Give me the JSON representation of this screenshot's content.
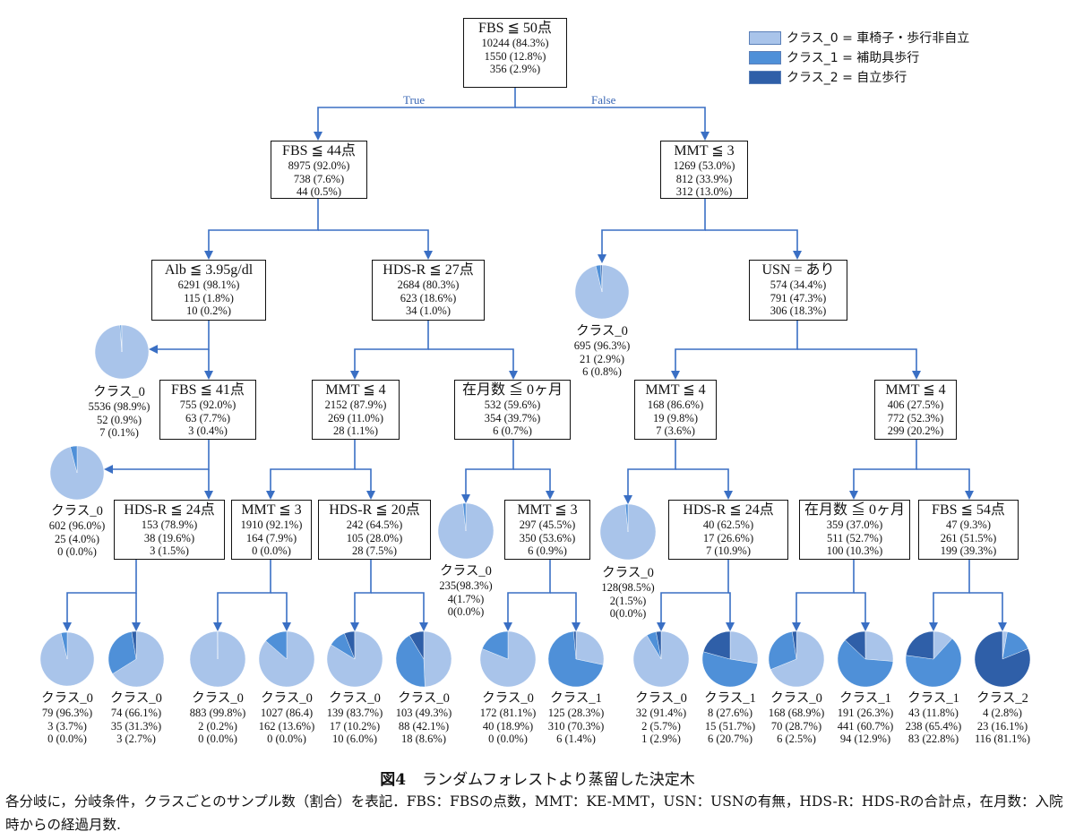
{
  "legend": [
    {
      "label": "クラス_0 =  車椅子・歩行非自立",
      "color": "#a9c4ea"
    },
    {
      "label": "クラス_1 =  補助具歩行",
      "color": "#4f90d8"
    },
    {
      "label": "クラス_2 =  自立歩行",
      "color": "#2f5fa8"
    }
  ],
  "edge_labels": {
    "true": "True",
    "false": "False"
  },
  "nodes": [
    {
      "id": "n0",
      "cond": "FBS ≦ 50点",
      "counts": [
        "10244 (84.3%)",
        "1550 (12.8%)",
        "356 (2.9%)"
      ]
    },
    {
      "id": "n1",
      "cond": "FBS ≦ 44点",
      "counts": [
        "8975 (92.0%)",
        "738 (7.6%)",
        "44 (0.5%)"
      ]
    },
    {
      "id": "n2",
      "cond": "MMT ≦ 3",
      "counts": [
        "1269 (53.0%)",
        "812 (33.9%)",
        "312 (13.0%)"
      ]
    },
    {
      "id": "n3",
      "cond": "Alb ≦ 3.95g/dl",
      "counts": [
        "6291 (98.1%)",
        "115 (1.8%)",
        "10 (0.2%)"
      ]
    },
    {
      "id": "n4",
      "cond": "HDS-R ≦ 27点",
      "counts": [
        "2684 (80.3%)",
        "623 (18.6%)",
        "34 (1.0%)"
      ]
    },
    {
      "id": "n5",
      "cond": "USN = あり",
      "counts": [
        "574 (34.4%)",
        "791 (47.3%)",
        "306 (18.3%)"
      ]
    },
    {
      "id": "n6",
      "cond": "FBS ≦ 41点",
      "counts": [
        "755 (92.0%)",
        "63 (7.7%)",
        "3 (0.4%)"
      ]
    },
    {
      "id": "n7",
      "cond": "MMT ≦ 4",
      "counts": [
        "2152 (87.9%)",
        "269 (11.0%)",
        "28 (1.1%)"
      ]
    },
    {
      "id": "n8",
      "cond": "在月数 ≦ 0ヶ月",
      "counts": [
        "532 (59.6%)",
        "354 (39.7%)",
        "6 (0.7%)"
      ]
    },
    {
      "id": "n9",
      "cond": "MMT ≦ 4",
      "counts": [
        "168 (86.6%)",
        "19 (9.8%)",
        "7 (3.6%)"
      ]
    },
    {
      "id": "n10",
      "cond": "MMT ≦ 4",
      "counts": [
        "406 (27.5%)",
        "772 (52.3%)",
        "299 (20.2%)"
      ]
    },
    {
      "id": "n11",
      "cond": "HDS-R ≦ 24点",
      "counts": [
        "153 (78.9%)",
        "38 (19.6%)",
        "3 (1.5%)"
      ]
    },
    {
      "id": "n12",
      "cond": "MMT ≦ 3",
      "counts": [
        "1910 (92.1%)",
        "164 (7.9%)",
        "0 (0.0%)"
      ]
    },
    {
      "id": "n13",
      "cond": "HDS-R ≦ 20点",
      "counts": [
        "242 (64.5%)",
        "105 (28.0%)",
        "28 (7.5%)"
      ]
    },
    {
      "id": "n14",
      "cond": "MMT ≦ 3",
      "counts": [
        "297 (45.5%)",
        "350 (53.6%)",
        "6 (0.9%)"
      ]
    },
    {
      "id": "n15",
      "cond": "HDS-R ≦ 24点",
      "counts": [
        "40 (62.5%)",
        "17 (26.6%)",
        "7 (10.9%)"
      ]
    },
    {
      "id": "n16",
      "cond": "在月数 ≦ 0ヶ月",
      "counts": [
        "359 (37.0%)",
        "511 (52.7%)",
        "100 (10.3%)"
      ]
    },
    {
      "id": "n17",
      "cond": "FBS ≦ 54点",
      "counts": [
        "47 (9.3%)",
        "261 (51.5%)",
        "199 (39.3%)"
      ]
    }
  ],
  "leaves": [
    {
      "id": "L0",
      "cls": "クラス_0",
      "fractions": [
        0.963,
        0.029,
        0.008
      ],
      "counts": [
        "695 (96.3%)",
        "21 (2.9%)",
        "6 (0.8%)"
      ]
    },
    {
      "id": "L1",
      "cls": "クラス_0",
      "fractions": [
        0.989,
        0.009,
        0.001
      ],
      "counts": [
        "5536 (98.9%)",
        "52 (0.9%)",
        "7 (0.1%)"
      ]
    },
    {
      "id": "L2",
      "cls": "クラス_0",
      "fractions": [
        0.96,
        0.04,
        0.0
      ],
      "counts": [
        "602 (96.0%)",
        "25 (4.0%)",
        "0 (0.0%)"
      ]
    },
    {
      "id": "L3",
      "cls": "クラス_0",
      "fractions": [
        0.983,
        0.017,
        0.0
      ],
      "counts": [
        "235(98.3%)",
        "4(1.7%)",
        "0(0.0%)"
      ]
    },
    {
      "id": "L4",
      "cls": "クラス_0",
      "fractions": [
        0.985,
        0.015,
        0.0
      ],
      "counts": [
        "128(98.5%)",
        "2(1.5%)",
        "0(0.0%)"
      ]
    },
    {
      "id": "L5",
      "cls": "クラス_0",
      "fractions": [
        0.963,
        0.037,
        0.0
      ],
      "counts": [
        "79 (96.3%)",
        "3 (3.7%)",
        "0 (0.0%)"
      ]
    },
    {
      "id": "L6",
      "cls": "クラス_0",
      "fractions": [
        0.661,
        0.313,
        0.027
      ],
      "counts": [
        "74 (66.1%)",
        "35 (31.3%)",
        "3 (2.7%)"
      ]
    },
    {
      "id": "L7",
      "cls": "クラス_0",
      "fractions": [
        0.998,
        0.002,
        0.0
      ],
      "counts": [
        "883 (99.8%)",
        "2 (0.2%)",
        "0 (0.0%)"
      ]
    },
    {
      "id": "L8",
      "cls": "クラス_0",
      "fractions": [
        0.864,
        0.136,
        0.0
      ],
      "counts": [
        "1027 (86.4)",
        "162 (13.6%)",
        "0 (0.0%)"
      ]
    },
    {
      "id": "L9",
      "cls": "クラス_0",
      "fractions": [
        0.837,
        0.102,
        0.06
      ],
      "counts": [
        "139 (83.7%)",
        "17 (10.2%)",
        "10 (6.0%)"
      ]
    },
    {
      "id": "L10",
      "cls": "クラス_0",
      "fractions": [
        0.493,
        0.421,
        0.086
      ],
      "counts": [
        "103 (49.3%)",
        "88 (42.1%)",
        "18 (8.6%)"
      ]
    },
    {
      "id": "L11",
      "cls": "クラス_0",
      "fractions": [
        0.811,
        0.189,
        0.0
      ],
      "counts": [
        "172 (81.1%)",
        "40 (18.9%)",
        "0 (0.0%)"
      ]
    },
    {
      "id": "L12",
      "cls": "クラス_1",
      "fractions": [
        0.283,
        0.703,
        0.014
      ],
      "counts": [
        "125 (28.3%)",
        "310 (70.3%)",
        "6 (1.4%)"
      ]
    },
    {
      "id": "L13",
      "cls": "クラス_0",
      "fractions": [
        0.914,
        0.057,
        0.029
      ],
      "counts": [
        "32 (91.4%)",
        "2 (5.7%)",
        "1 (2.9%)"
      ]
    },
    {
      "id": "L14",
      "cls": "クラス_1",
      "fractions": [
        0.276,
        0.517,
        0.207
      ],
      "counts": [
        "8 (27.6%)",
        "15 (51.7%)",
        "6 (20.7%)"
      ]
    },
    {
      "id": "L15",
      "cls": "クラス_0",
      "fractions": [
        0.689,
        0.287,
        0.025
      ],
      "counts": [
        "168 (68.9%)",
        "70 (28.7%)",
        "6 (2.5%)"
      ]
    },
    {
      "id": "L16",
      "cls": "クラス_1",
      "fractions": [
        0.263,
        0.607,
        0.129
      ],
      "counts": [
        "191 (26.3%)",
        "441 (60.7%)",
        "94 (12.9%)"
      ]
    },
    {
      "id": "L17",
      "cls": "クラス_1",
      "fractions": [
        0.118,
        0.654,
        0.228
      ],
      "counts": [
        "43 (11.8%)",
        "238 (65.4%)",
        "83 (22.8%)"
      ]
    },
    {
      "id": "L18",
      "cls": "クラス_2",
      "fractions": [
        0.028,
        0.161,
        0.811
      ],
      "counts": [
        "4 (2.8%)",
        "23 (16.1%)",
        "116 (81.1%)"
      ]
    }
  ],
  "figure": {
    "number": "図4",
    "title": "ランダムフォレストより蒸留した決定木",
    "caption": "各分岐に，分岐条件，クラスごとのサンプル数（割合）を表記．FBS：FBSの点数，MMT：KE-MMT，USN：USNの有無，HDS-R：HDS-Rの合計点，在月数：入院時からの経過月数."
  }
}
